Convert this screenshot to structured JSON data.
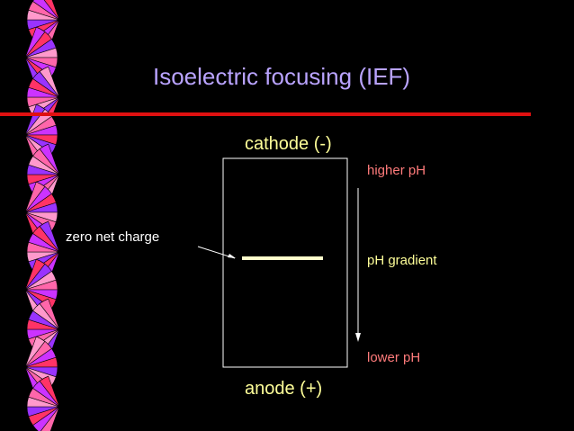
{
  "slide": {
    "title": "Isoelectric focusing (IEF)",
    "cathode_label": "cathode (-)",
    "anode_label": "anode (+)",
    "zero_charge_label": "zero net charge",
    "higher_ph_label": "higher pH",
    "gradient_label": "pH gradient",
    "lower_ph_label": "lower pH"
  },
  "colors": {
    "background": "#000000",
    "title": "#b9a3ff",
    "rule_line": "#e01010",
    "electrode_text": "#ffff99",
    "ph_extreme_text": "#ff7b7b",
    "gradient_text": "#ffff99",
    "band": "#ffffcc",
    "outline": "#ffffff",
    "fan_colors": [
      "#ff66aa",
      "#cc33ff",
      "#ff3366",
      "#9933ff",
      "#ff99cc"
    ]
  }
}
